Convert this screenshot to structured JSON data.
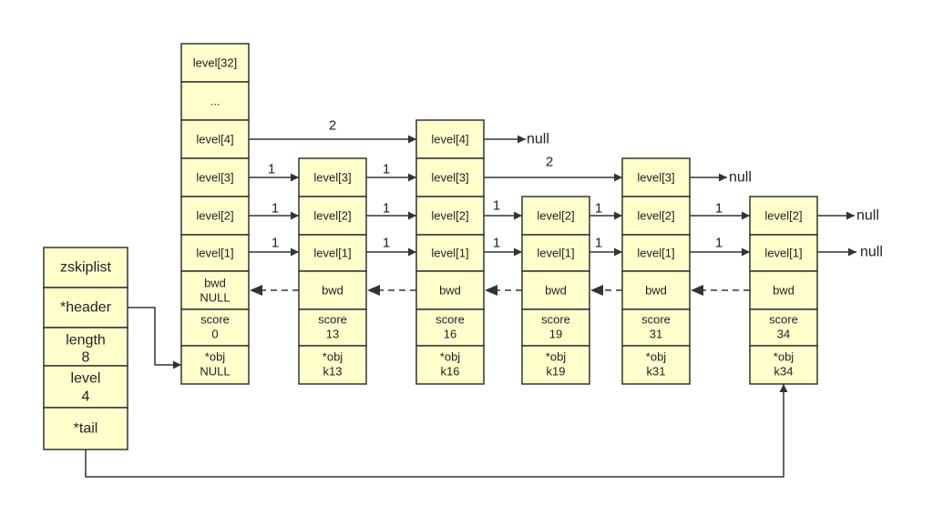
{
  "zskiplist": {
    "title": "zskiplist",
    "header": "*header",
    "length_label": "length",
    "length_value": "8",
    "level_label": "level",
    "level_value": "4",
    "tail": "*tail"
  },
  "header_node": {
    "levels": [
      "level[32]",
      "...",
      "level[4]",
      "level[3]",
      "level[2]",
      "level[1]"
    ],
    "bwd_label": "bwd",
    "bwd_value": "NULL",
    "score_label": "score",
    "score_value": "0",
    "obj_label": "*obj",
    "obj_value": "NULL"
  },
  "nodes": [
    {
      "levels": [
        "level[3]",
        "level[2]",
        "level[1]"
      ],
      "bwd": "bwd",
      "score_label": "score",
      "score": "13",
      "obj_label": "*obj",
      "obj": "k13"
    },
    {
      "levels": [
        "level[4]",
        "level[3]",
        "level[2]",
        "level[1]"
      ],
      "bwd": "bwd",
      "score_label": "score",
      "score": "16",
      "obj_label": "*obj",
      "obj": "k16"
    },
    {
      "levels": [
        "level[2]",
        "level[1]"
      ],
      "bwd": "bwd",
      "score_label": "score",
      "score": "19",
      "obj_label": "*obj",
      "obj": "k19"
    },
    {
      "levels": [
        "level[3]",
        "level[2]",
        "level[1]"
      ],
      "bwd": "bwd",
      "score_label": "score",
      "score": "31",
      "obj_label": "*obj",
      "obj": "k31"
    },
    {
      "levels": [
        "level[2]",
        "level[1]"
      ],
      "bwd": "bwd",
      "score_label": "score",
      "score": "34",
      "obj_label": "*obj",
      "obj": "k34"
    }
  ],
  "spans": {
    "header_l4": "2",
    "header_l3": "1",
    "header_l2": "1",
    "header_l1": "1",
    "n13_l3": "1",
    "n13_l2": "1",
    "n13_l1": "1",
    "n16_l3": "2",
    "n16_l2": "1",
    "n16_l1": "1",
    "n19_l2": "1",
    "n19_l1": "1",
    "n31_l2": "1",
    "n31_l1": "1"
  },
  "null_text": "null"
}
